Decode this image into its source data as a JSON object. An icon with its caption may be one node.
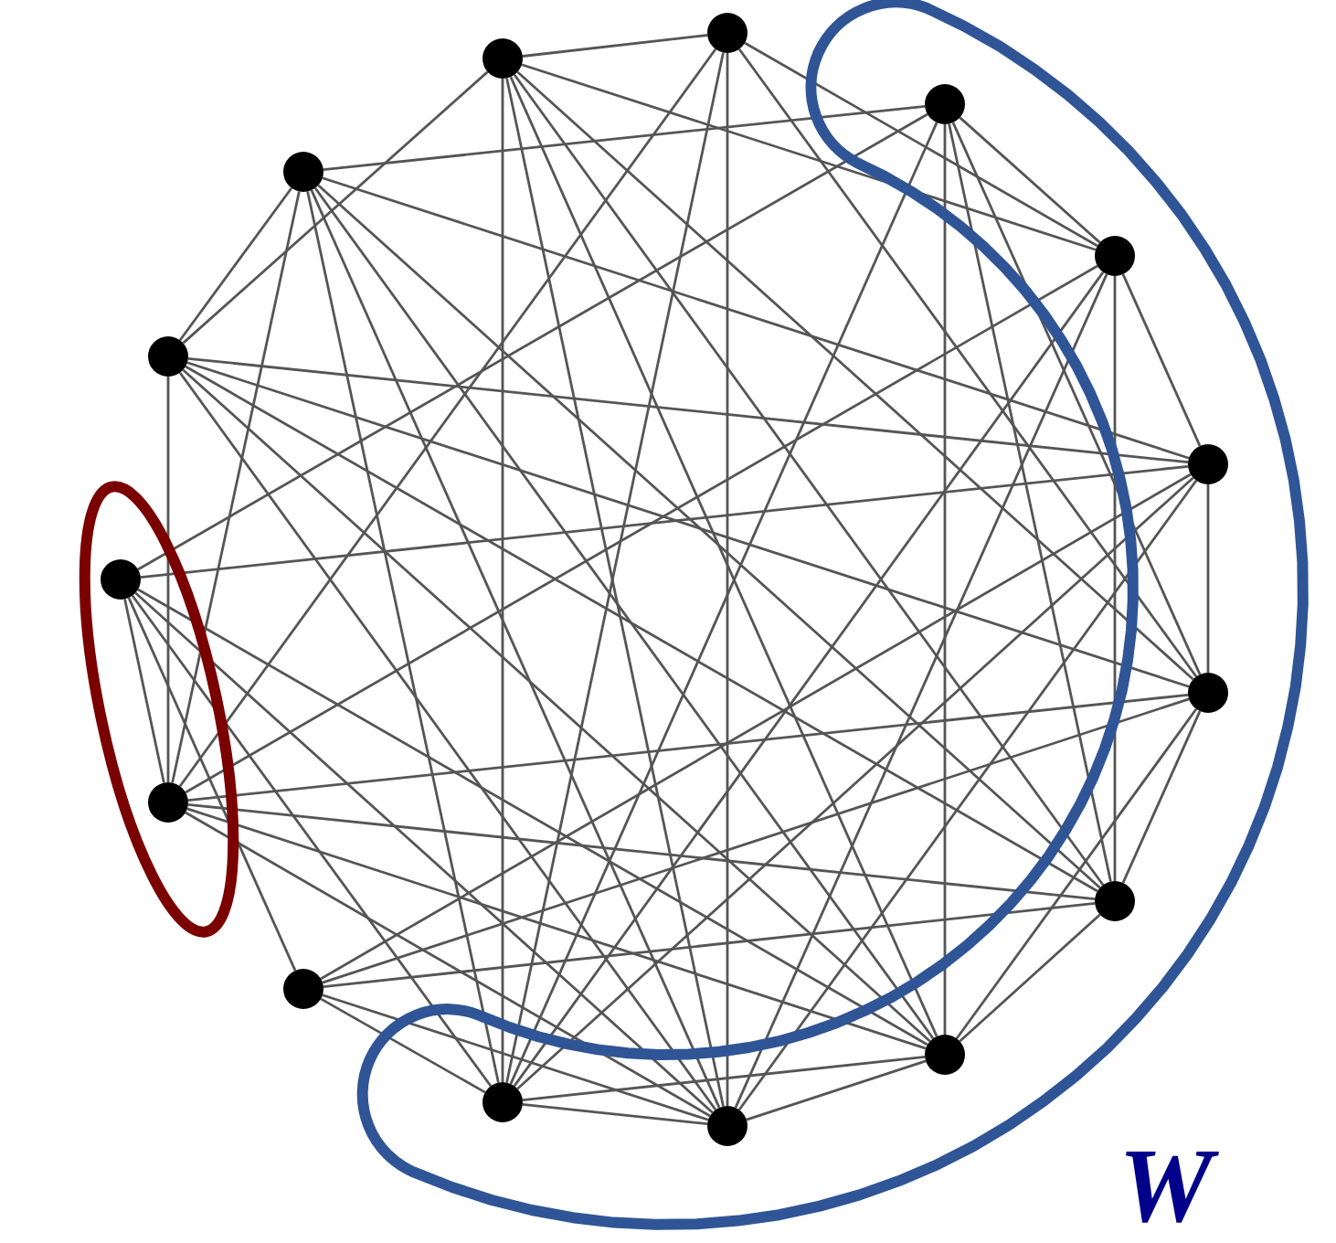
{
  "diagram": {
    "nodes": [
      {
        "text": [],
        "shape": "loop",
        "beside": [
          "W"
        ]
      },
      {
        "text": [],
        "shape": "oval"
      },
      {
        "text": [],
        "shape": "circle"
      },
      {
        "text": [],
        "shape": "circle",
        "in": 0
      },
      {
        "text": [],
        "shape": "circle",
        "in": 0
      },
      {
        "text": [],
        "shape": "circle",
        "in": 0
      },
      {
        "text": [],
        "shape": "circle",
        "in": 0
      },
      {
        "text": [],
        "shape": "circle",
        "in": 0
      },
      {
        "text": [],
        "shape": "circle",
        "in": 0
      },
      {
        "text": [],
        "shape": "circle",
        "in": 0
      },
      {
        "text": [],
        "shape": "circle",
        "in": 0
      },
      {
        "text": [],
        "shape": "circle"
      },
      {
        "text": [],
        "shape": "circle",
        "in": 1
      },
      {
        "text": [],
        "shape": "circle",
        "in": 1
      },
      {
        "text": [],
        "shape": "circle"
      },
      {
        "text": [],
        "shape": "circle"
      },
      {
        "text": [],
        "shape": "circle"
      }
    ],
    "edges": [
      {
        "from": 16,
        "to": 2,
        "arrow": "none"
      },
      {
        "from": 16,
        "to": 14,
        "arrow": "none"
      },
      {
        "from": 16,
        "to": 10,
        "arrow": "none"
      },
      {
        "from": 16,
        "to": 4,
        "arrow": "none"
      },
      {
        "from": 16,
        "to": 6,
        "arrow": "none"
      },
      {
        "from": 16,
        "to": 7,
        "arrow": "none"
      },
      {
        "from": 16,
        "to": 8,
        "arrow": "none"
      },
      {
        "from": 16,
        "to": 9,
        "arrow": "none"
      },
      {
        "from": 15,
        "to": 14,
        "arrow": "none"
      },
      {
        "from": 15,
        "to": 3,
        "arrow": "none"
      },
      {
        "from": 15,
        "to": 12,
        "arrow": "none"
      },
      {
        "from": 15,
        "to": 10,
        "arrow": "none"
      },
      {
        "from": 15,
        "to": 9,
        "arrow": "none"
      },
      {
        "from": 15,
        "to": 8,
        "arrow": "none"
      },
      {
        "from": 15,
        "to": 5,
        "arrow": "none"
      },
      {
        "from": 15,
        "to": 7,
        "arrow": "none"
      },
      {
        "from": 14,
        "to": 12,
        "arrow": "none"
      },
      {
        "from": 14,
        "to": 9,
        "arrow": "none"
      },
      {
        "from": 14,
        "to": 8,
        "arrow": "none"
      },
      {
        "from": 14,
        "to": 7,
        "arrow": "none"
      },
      {
        "from": 14,
        "to": 6,
        "arrow": "none"
      },
      {
        "from": 14,
        "to": 5,
        "arrow": "none"
      },
      {
        "from": 13,
        "to": 5,
        "arrow": "none"
      },
      {
        "from": 13,
        "to": 3,
        "arrow": "none"
      },
      {
        "from": 13,
        "to": 12,
        "arrow": "none"
      },
      {
        "from": 13,
        "to": 11,
        "arrow": "none"
      },
      {
        "from": 13,
        "to": 10,
        "arrow": "none"
      },
      {
        "from": 13,
        "to": 9,
        "arrow": "none"
      },
      {
        "from": 13,
        "to": 8,
        "arrow": "none"
      },
      {
        "from": 12,
        "to": 6,
        "arrow": "none"
      },
      {
        "from": 12,
        "to": 2,
        "arrow": "none"
      },
      {
        "from": 12,
        "to": 7,
        "arrow": "none"
      },
      {
        "from": 12,
        "to": 8,
        "arrow": "none"
      },
      {
        "from": 12,
        "to": 9,
        "arrow": "none"
      },
      {
        "from": 12,
        "to": 4,
        "arrow": "none"
      },
      {
        "from": 11,
        "to": 5,
        "arrow": "none"
      },
      {
        "from": 11,
        "to": 6,
        "arrow": "none"
      },
      {
        "from": 11,
        "to": 9,
        "arrow": "none"
      },
      {
        "from": 11,
        "to": 10,
        "arrow": "none"
      },
      {
        "from": 11,
        "to": 7,
        "arrow": "none"
      },
      {
        "from": 10,
        "to": 2,
        "arrow": "none"
      },
      {
        "from": 10,
        "to": 3,
        "arrow": "none"
      },
      {
        "from": 10,
        "to": 4,
        "arrow": "none"
      },
      {
        "from": 10,
        "to": 5,
        "arrow": "none"
      },
      {
        "from": 10,
        "to": 8,
        "arrow": "none"
      },
      {
        "from": 10,
        "to": 9,
        "arrow": "none"
      },
      {
        "from": 9,
        "to": 2,
        "arrow": "none"
      },
      {
        "from": 9,
        "to": 4,
        "arrow": "none"
      },
      {
        "from": 9,
        "to": 5,
        "arrow": "none"
      },
      {
        "from": 9,
        "to": 8,
        "arrow": "none"
      },
      {
        "from": 8,
        "to": 3,
        "arrow": "none"
      },
      {
        "from": 8,
        "to": 6,
        "arrow": "none"
      },
      {
        "from": 8,
        "to": 7,
        "arrow": "none"
      },
      {
        "from": 7,
        "to": 4,
        "arrow": "none"
      },
      {
        "from": 7,
        "to": 6,
        "arrow": "none"
      },
      {
        "from": 7,
        "to": 3,
        "arrow": "none"
      },
      {
        "from": 6,
        "to": 5,
        "arrow": "none"
      },
      {
        "from": 6,
        "to": 3,
        "arrow": "none"
      },
      {
        "from": 6,
        "to": 2,
        "arrow": "none"
      },
      {
        "from": 5,
        "to": 4,
        "arrow": "none"
      },
      {
        "from": 4,
        "to": 3,
        "arrow": "none"
      },
      {
        "from": 4,
        "to": 2,
        "arrow": "none"
      }
    ]
  }
}
